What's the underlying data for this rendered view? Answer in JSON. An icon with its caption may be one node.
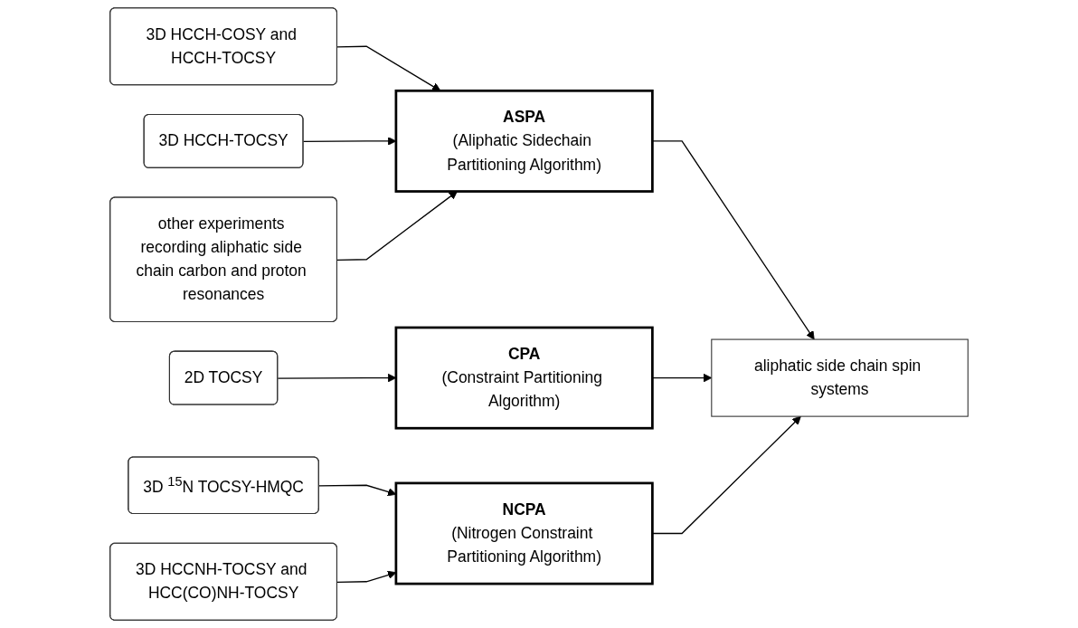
{
  "diagram": {
    "nodes": [
      {
        "text": [
          "2D TOCSY"
        ]
      },
      {
        "text": [
          "3D HCCH-COSY and HCCH-TOCSY"
        ]
      },
      {
        "text": [
          "CPA",
          "(Constraint Partitioning Algorithm)"
        ]
      },
      {
        "text": [
          "3D $^{15}$N TOCSY-HMQC"
        ]
      },
      {
        "text": [
          "3D HCCH-TOCSY"
        ]
      },
      {
        "text": [
          "ASPA",
          "(Aliphatic Sidechain Partitioning Algorithm)"
        ]
      },
      {
        "text": [
          "aliphatic side chain spin systems"
        ]
      },
      {
        "text": [
          "NCPA",
          "(Nitrogen Constraint Partitioning Algorithm)"
        ]
      },
      {
        "text": [
          "3D HCCNH-TOCSY and HCC(CO)NH-TOCSY"
        ]
      },
      {
        "text": [
          "other experiments recording aliphatic side chain carbon and proton resonances"
        ]
      }
    ],
    "edges": [
      {
        "from": 0,
        "to": 2,
        "arrow": "to"
      },
      {
        "from": 1,
        "to": 5,
        "arrow": "to"
      },
      {
        "from": 4,
        "to": 5,
        "arrow": "to"
      },
      {
        "from": 9,
        "to": 5,
        "arrow": "to"
      },
      {
        "from": 5,
        "to": 6,
        "arrow": "to"
      },
      {
        "from": 2,
        "to": 6,
        "arrow": "to"
      },
      {
        "from": 7,
        "to": 6,
        "arrow": "to"
      },
      {
        "from": 3,
        "to": 7,
        "arrow": "to"
      },
      {
        "from": 8,
        "to": 7,
        "arrow": "to"
      }
    ]
  }
}
